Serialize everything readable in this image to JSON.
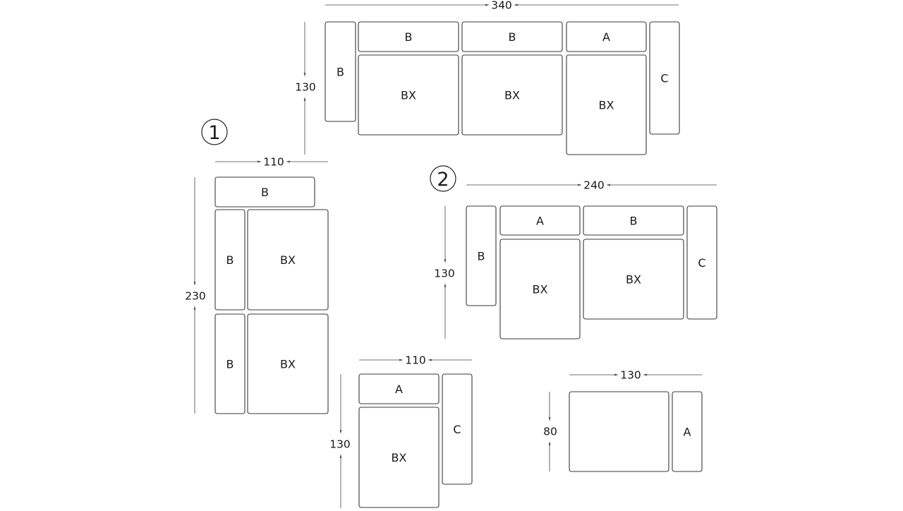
{
  "layouts": [
    {
      "id": "top",
      "modules": [
        {
          "key": "m1",
          "label": "B"
        },
        {
          "key": "m2",
          "label": "B"
        },
        {
          "key": "m3",
          "label": "B"
        },
        {
          "key": "m4",
          "label": "A"
        },
        {
          "key": "m5",
          "label": "BX"
        },
        {
          "key": "m6",
          "label": "BX"
        },
        {
          "key": "m7",
          "label": "BX"
        },
        {
          "key": "m8",
          "label": "C"
        }
      ],
      "dimensions": {
        "width": "340",
        "depth": "130"
      }
    },
    {
      "id": "1",
      "badge": "1",
      "modules": [
        {
          "key": "m1",
          "label": "B"
        },
        {
          "key": "m2",
          "label": "B"
        },
        {
          "key": "m3",
          "label": "BX"
        },
        {
          "key": "m4",
          "label": "B"
        },
        {
          "key": "m5",
          "label": "BX"
        }
      ],
      "dimensions": {
        "width": "110",
        "depth": "230"
      }
    },
    {
      "id": "2",
      "badge": "2",
      "modules": [
        {
          "key": "m1",
          "label": "B"
        },
        {
          "key": "m2",
          "label": "A"
        },
        {
          "key": "m3",
          "label": "B"
        },
        {
          "key": "m4",
          "label": "BX"
        },
        {
          "key": "m5",
          "label": "BX"
        },
        {
          "key": "m6",
          "label": "C"
        }
      ],
      "dimensions": {
        "width": "240",
        "depth": "130"
      }
    },
    {
      "id": "bottom-middle",
      "modules": [
        {
          "key": "m1",
          "label": "A"
        },
        {
          "key": "m2",
          "label": "BX"
        },
        {
          "key": "m3",
          "label": "C"
        }
      ],
      "dimensions": {
        "width": "110",
        "depth": "130"
      }
    },
    {
      "id": "bottom-right",
      "modules": [
        {
          "key": "m1",
          "label": ""
        },
        {
          "key": "m2",
          "label": "A"
        }
      ],
      "dimensions": {
        "width": "130",
        "depth": "80"
      }
    }
  ]
}
